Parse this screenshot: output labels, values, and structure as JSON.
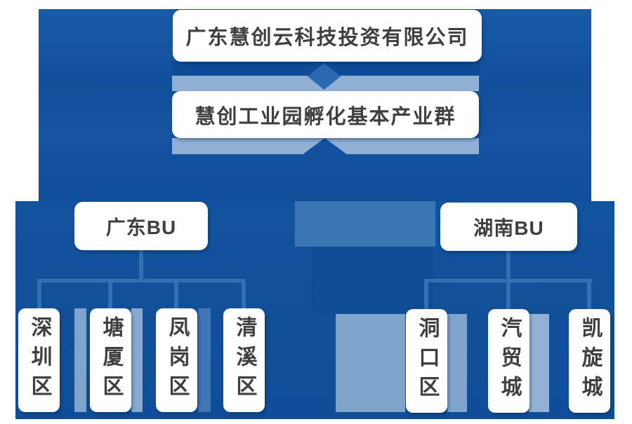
{
  "chart": {
    "type": "org-hierarchy",
    "root_label": "广东慧创云科技投资有限公司",
    "group_label": "慧创工业园孵化基本产业群",
    "business_units": [
      {
        "label": "广东BU",
        "children": [
          "深圳区",
          "塘厦区",
          "凤岗区",
          "清溪区"
        ]
      },
      {
        "label": "湖南BU",
        "children": [
          "洞口区",
          "汽贸城",
          "凯旋城"
        ]
      }
    ],
    "colors": {
      "panel_top": "#14549E",
      "panel_bottom": "#115098",
      "band_dark": "#0C4B96",
      "band_light": "#8FAFD4",
      "diamond_accent": "#2A6AB1",
      "connector": "#3170B3",
      "stripe_light": "#7EA4CE",
      "card_background": "#FFFFFF",
      "card_text": "#3F3F3F"
    }
  }
}
